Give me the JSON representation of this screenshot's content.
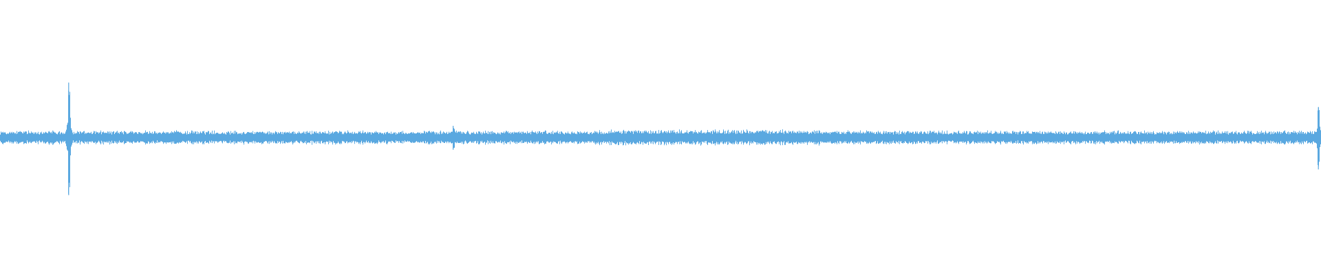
{
  "waveform": {
    "color": "#5aa8e0",
    "background": "#ffffff",
    "amplitude_range": [
      -1,
      1
    ],
    "baseline_level": 0.05,
    "events": [
      {
        "position": 0.04,
        "level": 0.06
      },
      {
        "position": 0.052,
        "level": 0.47
      },
      {
        "position": 0.343,
        "level": 0.1
      },
      {
        "position": 0.998,
        "level": 0.26
      }
    ]
  }
}
